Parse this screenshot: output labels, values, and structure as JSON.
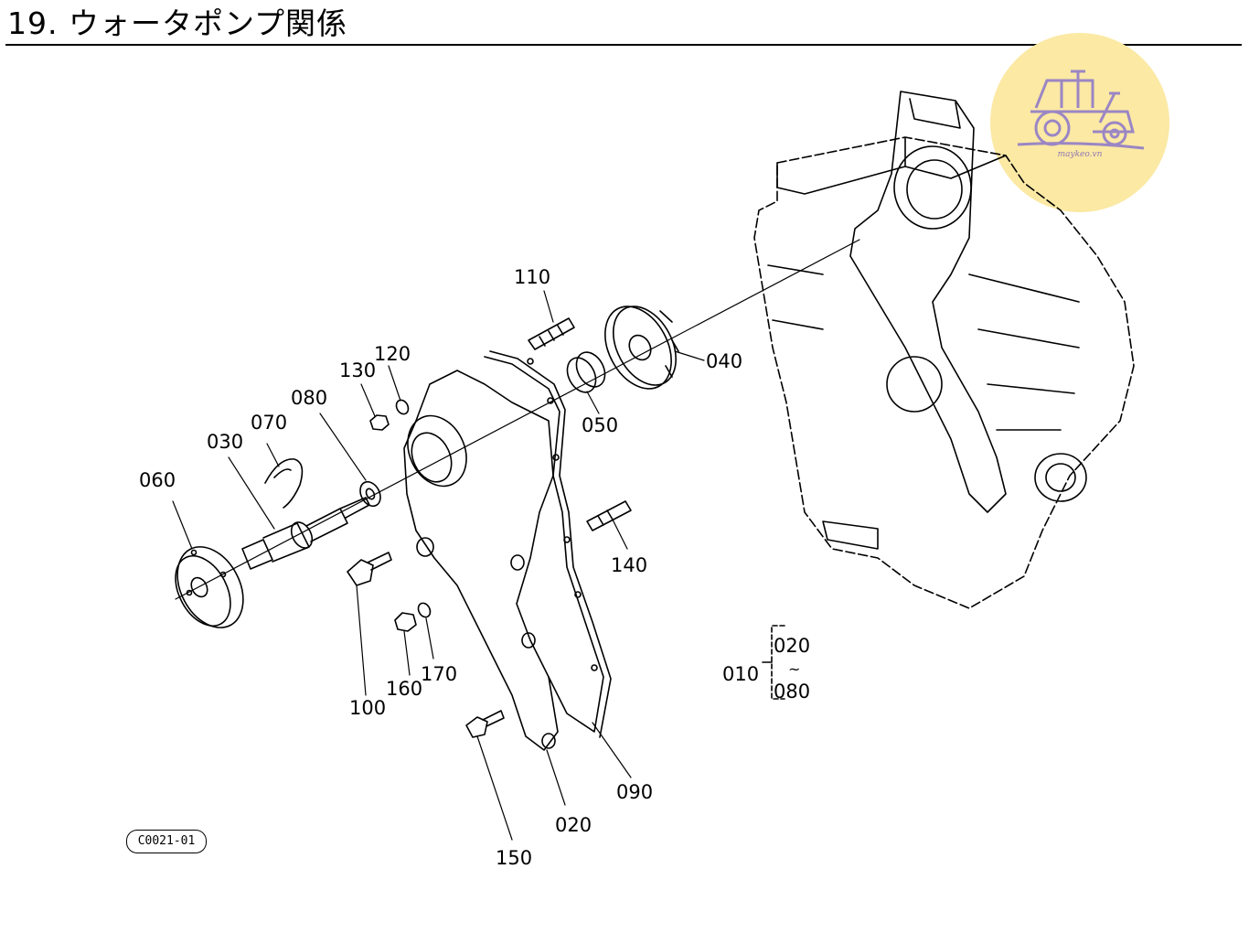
{
  "header": {
    "title": "19. ウォータポンプ関係"
  },
  "logo": {
    "text": "maykeo.vn",
    "color": "#fbe9a4",
    "icon": "tractor-icon"
  },
  "parts": [
    {
      "id": "060",
      "label": "060"
    },
    {
      "id": "030",
      "label": "030"
    },
    {
      "id": "070",
      "label": "070"
    },
    {
      "id": "080",
      "label": "080"
    },
    {
      "id": "130",
      "label": "130"
    },
    {
      "id": "120",
      "label": "120"
    },
    {
      "id": "110",
      "label": "110"
    },
    {
      "id": "050",
      "label": "050"
    },
    {
      "id": "040",
      "label": "040"
    },
    {
      "id": "140",
      "label": "140"
    },
    {
      "id": "100",
      "label": "100"
    },
    {
      "id": "160",
      "label": "160"
    },
    {
      "id": "170",
      "label": "170"
    },
    {
      "id": "090",
      "label": "090"
    },
    {
      "id": "020",
      "label": "020"
    },
    {
      "id": "150",
      "label": "150"
    }
  ],
  "assembly": {
    "main": "010",
    "from": "020",
    "tilde": "~",
    "to": "080"
  },
  "reference_code": "C0021-01"
}
